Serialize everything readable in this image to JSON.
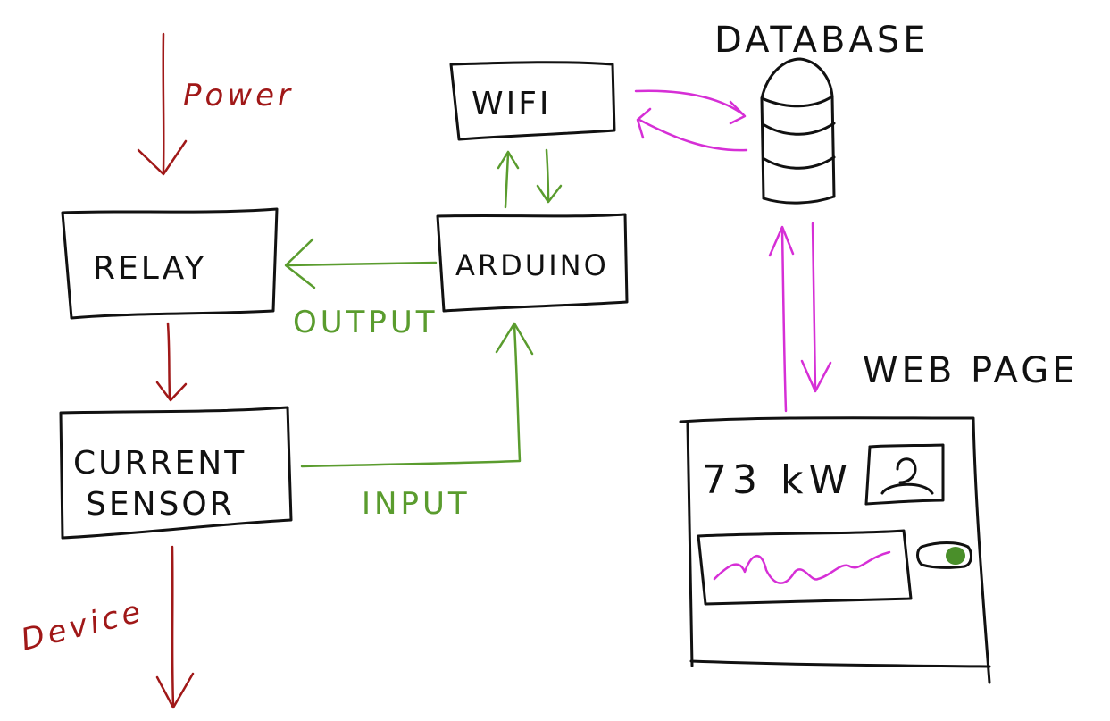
{
  "colors": {
    "ink": "#111111",
    "power": "#a01818",
    "signal": "#5a9c2e",
    "data_link": "#d62fd6",
    "toggle": "#4a8f2a"
  },
  "nodes": {
    "relay": "RELAY",
    "current_sensor_line1": "CURRENT",
    "current_sensor_line2": "SENSOR",
    "arduino": "ARDUINO",
    "wifi": "WIFI",
    "database": "DATABASE",
    "web_page": "WEB PAGE"
  },
  "edge_labels": {
    "power": "Power",
    "device": "Device",
    "output": "OUTPUT",
    "input": "INPUT"
  },
  "web_page_mockup": {
    "power_reading": "73 kW",
    "profile_icon": "user-icon",
    "chart_kind": "line-sparkline",
    "toggle_state": "on"
  }
}
